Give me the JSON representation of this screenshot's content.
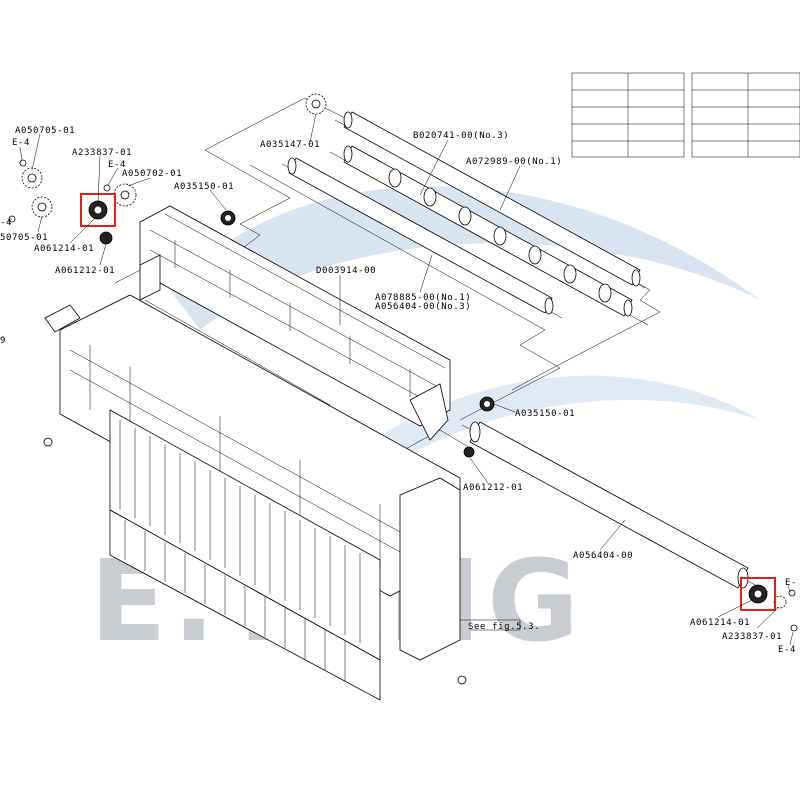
{
  "watermark": {
    "text": "E.TANG",
    "color": "#c9ccd1",
    "swoosh_color": "#cbdcec"
  },
  "highlight_color": "#e2211c",
  "callouts": {
    "a050705_top": "A050705-01",
    "e4_left_top": "E-4",
    "a233837_left": "A233837-01",
    "e4_left_mid": "E-4",
    "a050702": "A050702-01",
    "a035150_top": "A035150-01",
    "e4_left_edge": "-4",
    "a050705_bottom": "50705-01",
    "a061214_left": "A061214-01",
    "a061212_left": "A061212-01",
    "a035147": "A035147-01",
    "b020741": "B020741-00(No.3)",
    "a072989": "A072989-00(No.1)",
    "d003914": "D003914-00",
    "a078885": "A078885-00(No.1)",
    "a056404_no3": "A056404-00(No.3)",
    "a035150_right": "A035150-01",
    "a061212_right": "A061212-01",
    "a056404": "A056404-00",
    "e4_right_top": "E-",
    "a061214_right": "A061214-01",
    "a233837_right": "A233837-01",
    "e4_right_bottom": "E-4",
    "see_fig": "See fig.5.3.",
    "edge_mark": "9"
  }
}
